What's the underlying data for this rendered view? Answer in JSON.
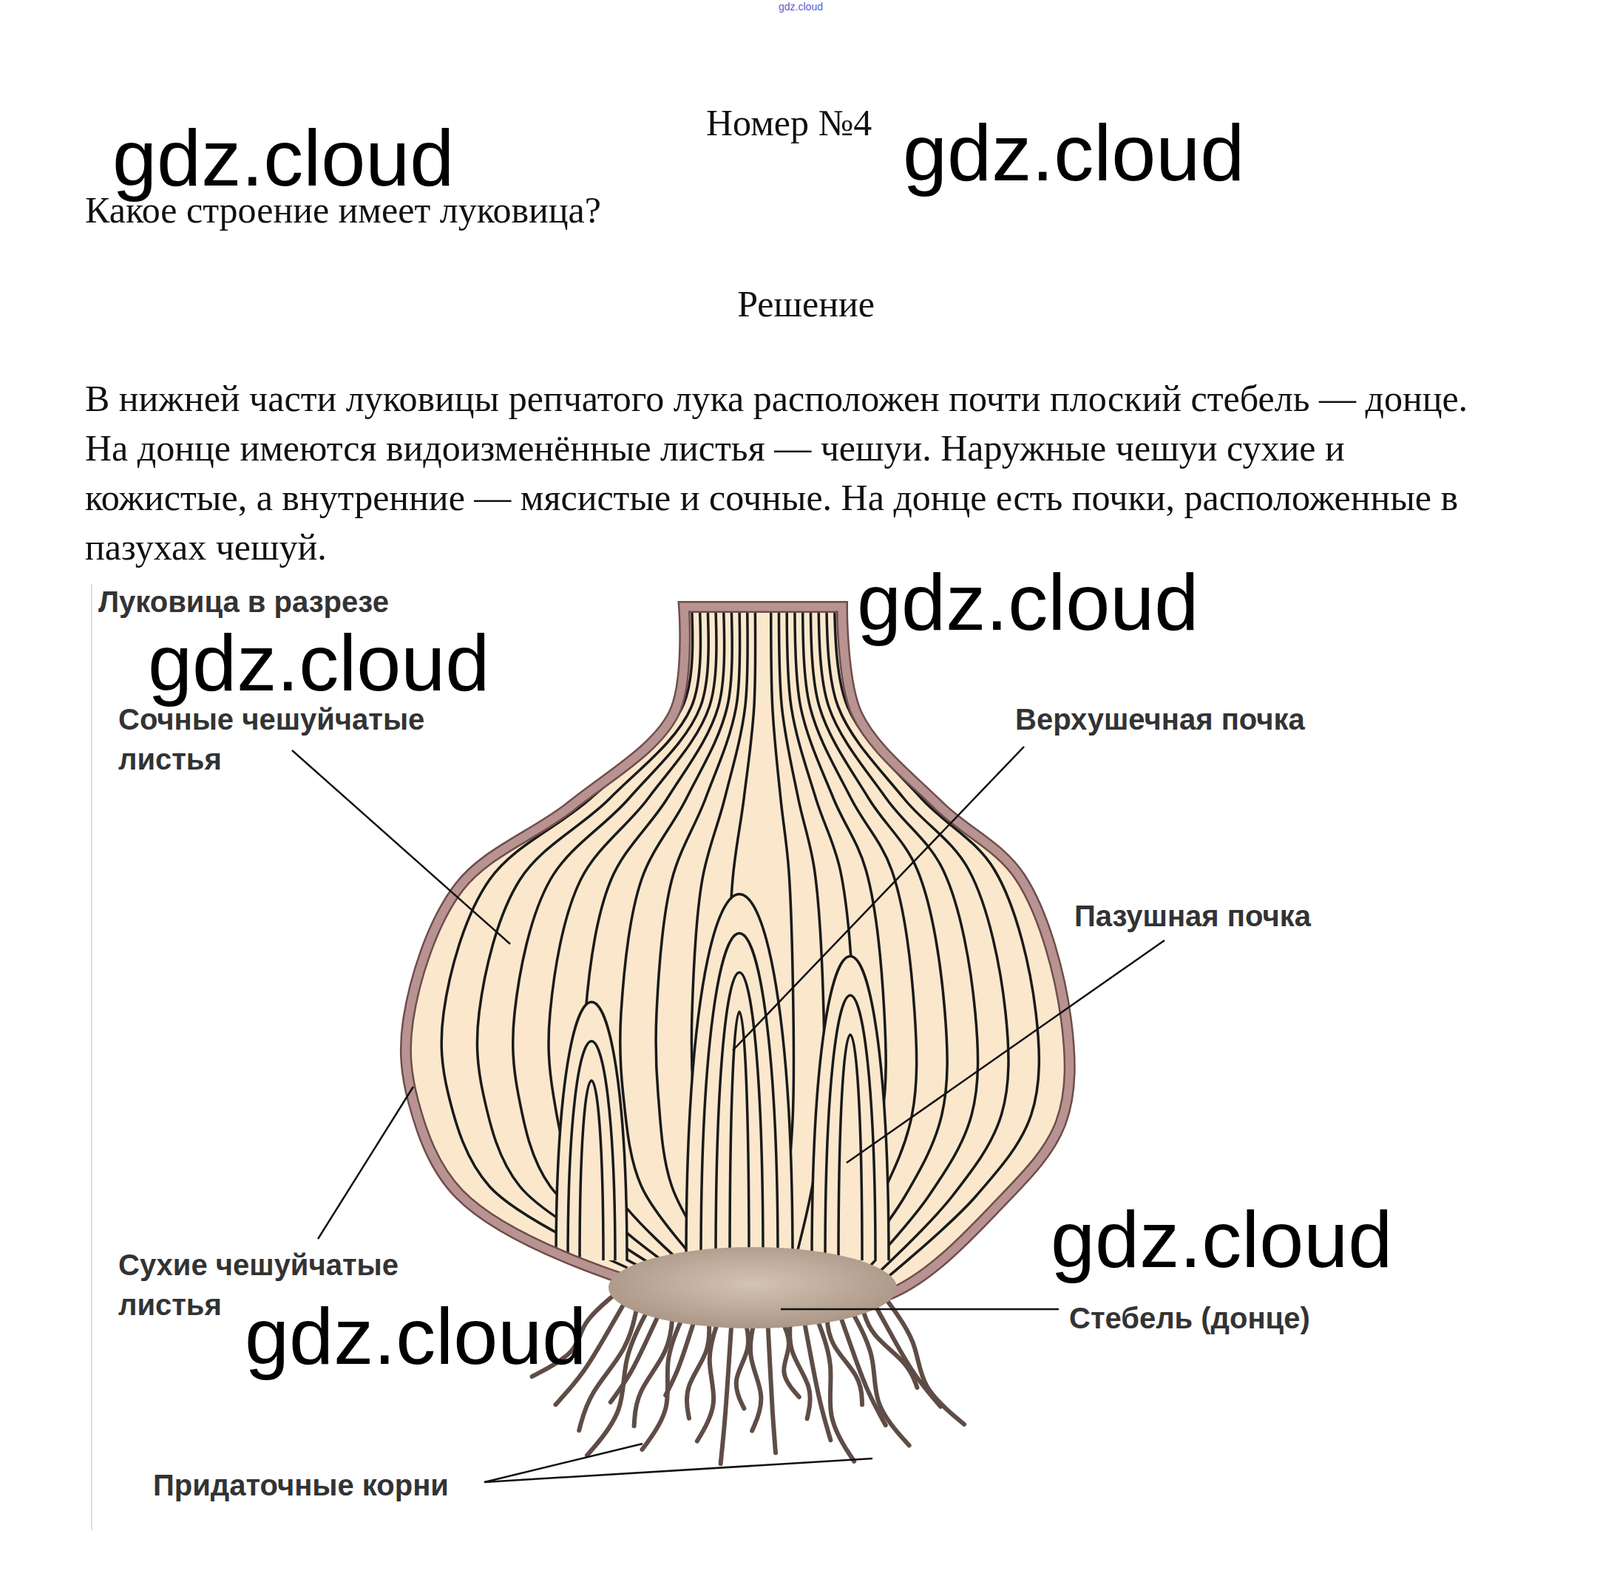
{
  "diagram": {
    "title": "Номер №4",
    "labels": [
      "gdz.cloud",
      "gdz.cloud",
      "gdz.cloud",
      "Какое строение имеет луковица?",
      "Решение",
      "В нижней части луковицы репчатого лука расположен почти плоский стебель — донце. На донце имеются видоизменённые листья — чешуи. Наружные чешуи сухие и кожистые, а внутренние — мясистые и сочные. На донце есть почки, расположенные в пазухах чешуй.",
      "Луковица в разрезе",
      "gdz.cloud",
      "gdz.cloud",
      "Сочные чешуйчатые листья",
      "Верхушечная почка",
      "Пазушная почка",
      "Сухие чешуйчатые листья",
      "gdz.cloud",
      "Стебель (донце)",
      "gdz.cloud",
      "Придаточные корни"
    ]
  }
}
